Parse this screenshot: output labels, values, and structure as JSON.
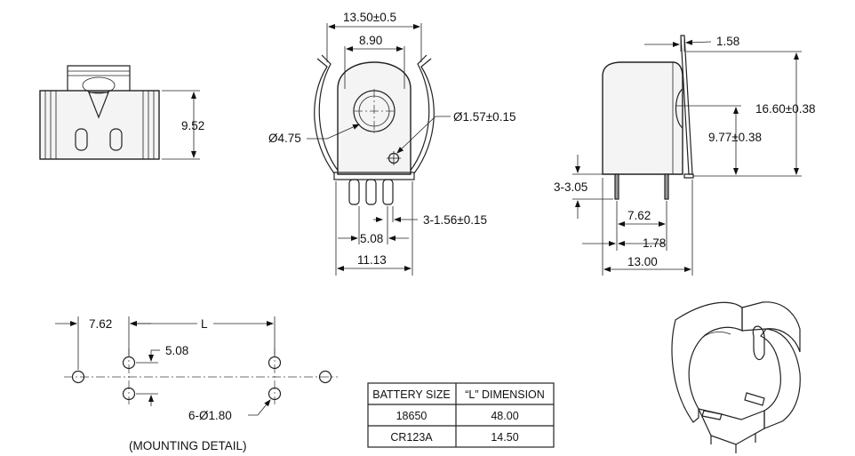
{
  "dimensions": {
    "side_height": "9.52",
    "outer_width": "13.50±0.5",
    "inner_width": "8.90",
    "hole_dia": "Ø4.75",
    "small_hole_dia": "Ø1.57±0.15",
    "pins": "3-1.56±0.15",
    "pin_pitch": "5.08",
    "base_width": "11.13",
    "top_tab": "1.58",
    "total_height": "16.60±0.38",
    "center_height": "9.77±0.38",
    "pin_length": "3-3.05",
    "pin_spacing": "7.62",
    "pin_offset": "1.78",
    "side_width": "13.00"
  },
  "mounting": {
    "offset": "7.62",
    "length": "L",
    "pitch": "5.08",
    "holes": "6-Ø1.80",
    "caption": "(MOUNTING DETAIL)"
  },
  "table": {
    "headers": [
      "BATTERY SIZE",
      "“L” DIMENSION"
    ],
    "rows": [
      [
        "18650",
        "48.00"
      ],
      [
        "CR123A",
        "14.50"
      ]
    ]
  }
}
